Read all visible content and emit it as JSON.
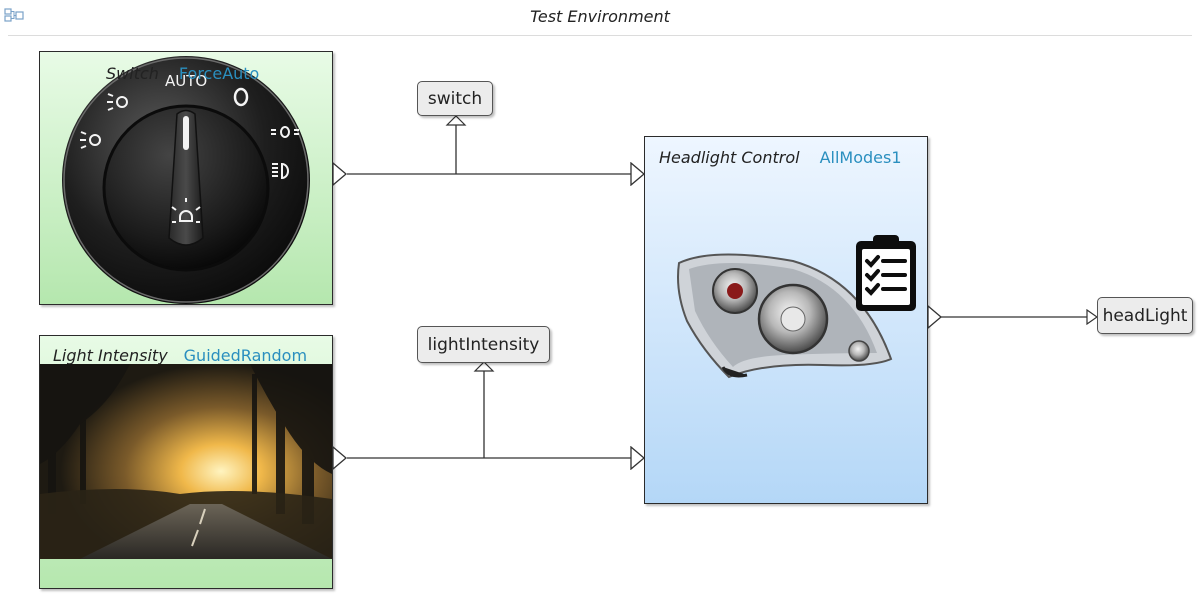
{
  "canvas": {
    "title": "Test Environment"
  },
  "blocks": {
    "switch": {
      "name": "Switch",
      "mode": "ForceAuto",
      "dial_label": "AUTO",
      "off_label": "0"
    },
    "light_intensity": {
      "name": "Light Intensity",
      "mode": "GuidedRandom"
    },
    "headlight_control": {
      "name": "Headlight Control",
      "mode": "AllModes1"
    }
  },
  "signals": {
    "switch": "switch",
    "light_intensity": "lightIntensity",
    "head_light": "headLight"
  },
  "colors": {
    "mode_text": "#2a8fbf",
    "input_block_fill": "#b5e7ae",
    "controller_fill": "#b4d7f7",
    "signal_fill": "#ececec"
  },
  "icons": [
    "diagram-icon",
    "headlight-switch-image",
    "forest-road-image",
    "headlamp-image",
    "checklist-icon"
  ]
}
